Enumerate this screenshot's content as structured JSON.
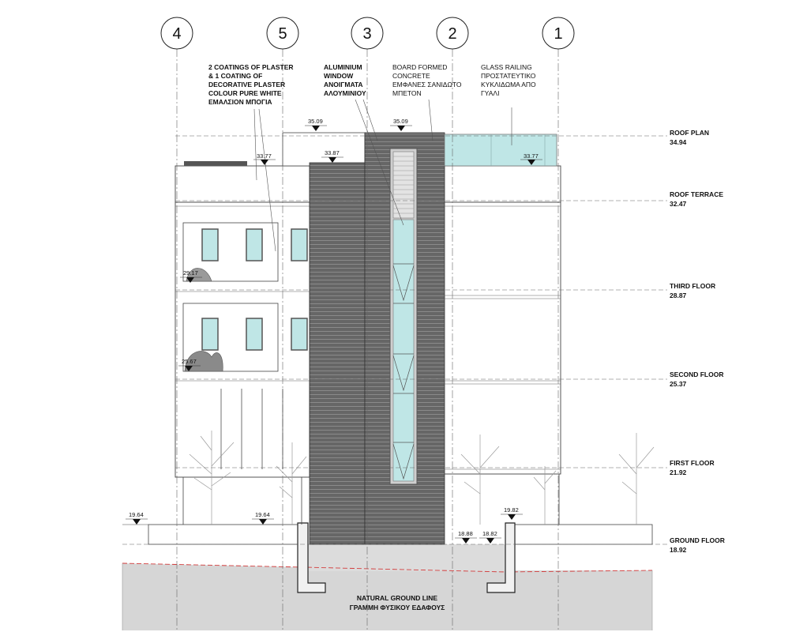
{
  "grid_markers": [
    "4",
    "5",
    "3",
    "2",
    "1"
  ],
  "annotations": {
    "plaster": [
      "2 COATINGS OF PLASTER",
      "& 1 COATING OF",
      "DECORATIVE PLASTER",
      "COLOUR PURE WHITE",
      "ΕΜΑΛΣΙΟΝ ΜΠΟΓΙΑ"
    ],
    "window": [
      "ALUMINIUM",
      "WINDOW",
      "ΑΝΟΙΓΜΑΤΑ",
      "ΑΛΟΥΜΙΝΙΟΥ"
    ],
    "concrete": [
      "BOARD FORMED",
      "CONCRETE",
      "ΕΜΦΑΝΕΣ ΣΑΝΙΔΩΤΟ",
      "ΜΠΕΤΟΝ"
    ],
    "railing": [
      "GLASS RAILING",
      "ΠΡΟΣΤΑΤΕΥΤΙΚΟ",
      "ΚΥΚΛΙΔΩΜΑ ΑΠΟ",
      "ΓΥΑΛΙ"
    ],
    "ground_line": [
      "NATURAL GROUND LINE",
      "ΓΡΑΜΜΗ ΦΥΣΙΚΟΥ ΕΔΑΦΟΥΣ"
    ]
  },
  "levels": [
    {
      "name": "ROOF PLAN",
      "value": "34.94"
    },
    {
      "name": "ROOF TERRACE",
      "value": "32.47"
    },
    {
      "name": "THIRD FLOOR",
      "value": "28.87"
    },
    {
      "name": "SECOND FLOOR",
      "value": "25.37"
    },
    {
      "name": "FIRST FLOOR",
      "value": "21.92"
    },
    {
      "name": "GROUND FLOOR",
      "value": "18.92"
    }
  ],
  "spot_elevations": [
    "35.09",
    "35.09",
    "33.77",
    "33.87",
    "33.77",
    "29.17",
    "25.67",
    "19.64",
    "19.64",
    "19.82",
    "18.88",
    "18.82"
  ],
  "colors": {
    "concrete": "#5f5f5f",
    "glass": "#bfe6e6",
    "ground": "#d6d6d6",
    "ground_line": "#d23c3c",
    "line": "#222222"
  }
}
